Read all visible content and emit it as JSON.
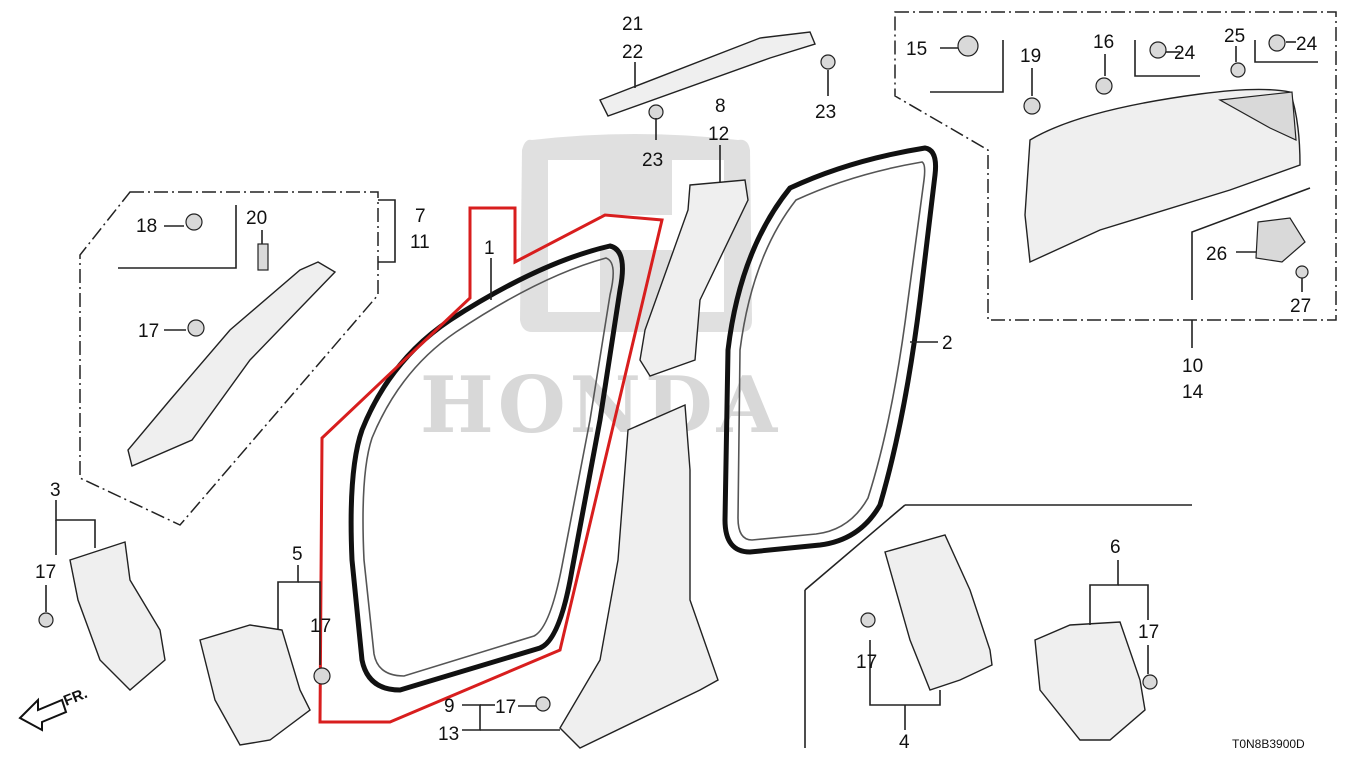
{
  "diagram": {
    "brand_watermark": "HONDA",
    "diagram_code": "T0N8B3900D",
    "front_indicator": "FR.",
    "highlight_color": "#d81e1e",
    "callouts": {
      "c1": "1",
      "c2": "2",
      "c3": "3",
      "c4": "4",
      "c5": "5",
      "c6": "6",
      "c7": "7",
      "c8": "8",
      "c9": "9",
      "c10": "10",
      "c11": "11",
      "c12": "12",
      "c13": "13",
      "c14": "14",
      "c15": "15",
      "c16": "16",
      "c17a": "17",
      "c17b": "17",
      "c17c": "17",
      "c17d": "17",
      "c17e": "17",
      "c17f": "17",
      "c18": "18",
      "c19": "19",
      "c20": "20",
      "c21": "21",
      "c22": "22",
      "c23a": "23",
      "c23b": "23",
      "c24a": "24",
      "c24b": "24",
      "c25": "25",
      "c26": "26",
      "c27": "27"
    }
  }
}
